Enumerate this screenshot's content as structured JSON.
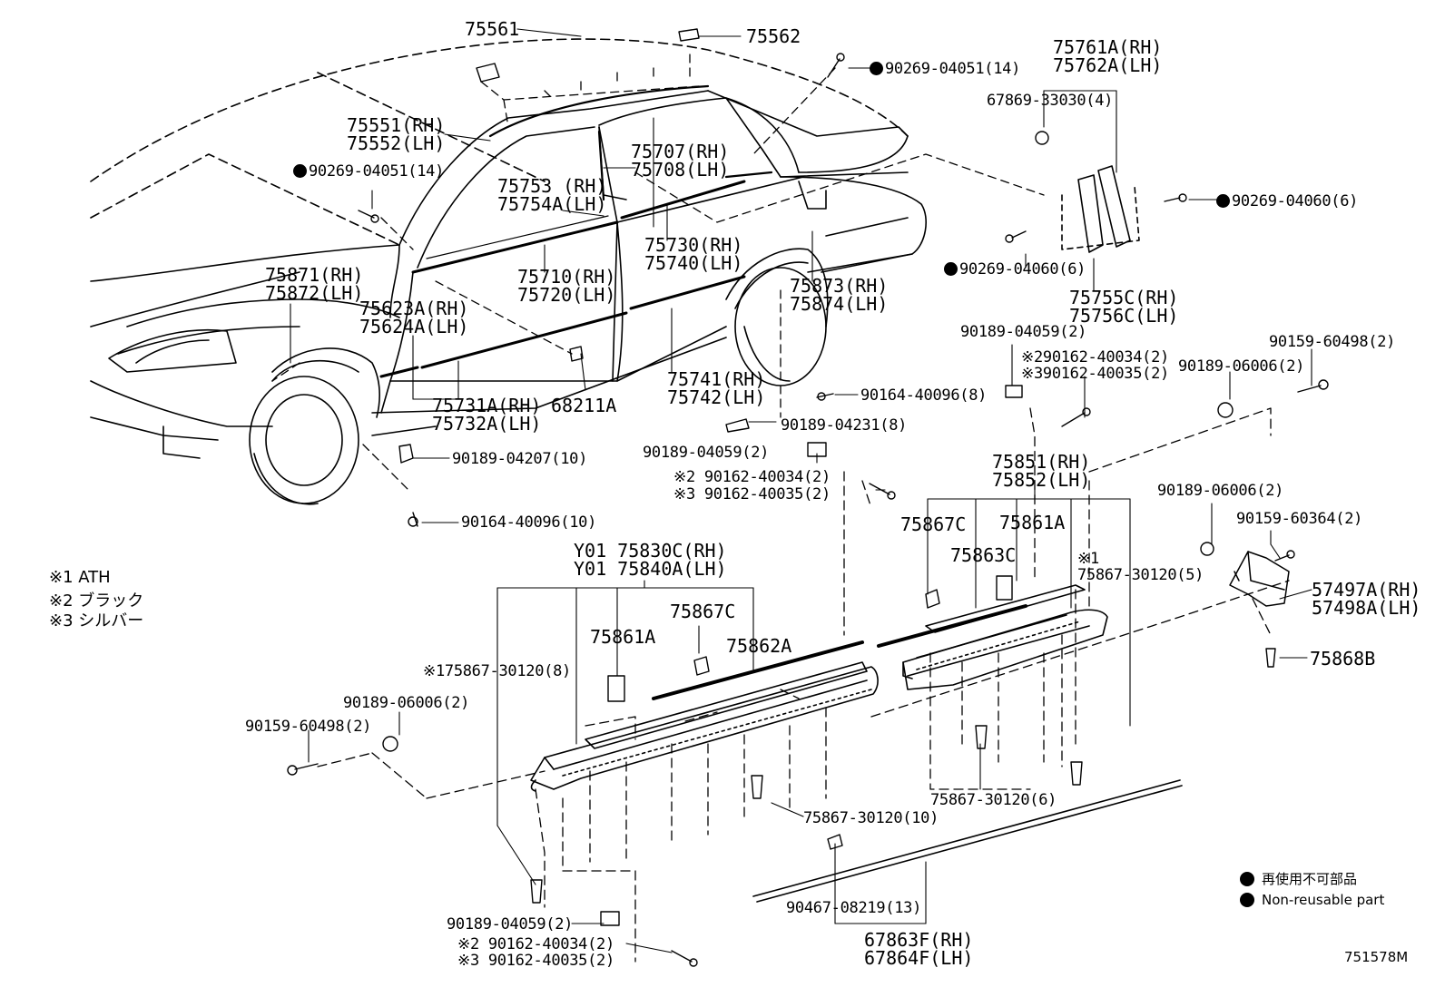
{
  "labels": {
    "p75561": "75561",
    "p75562": "75562",
    "p90269_04051_top": "90269-04051(14)",
    "p75761_rh": "75761A(RH)",
    "p75762_lh": "75762A(LH)",
    "p67869": "67869-33030(4)",
    "p75551_rh": "75551(RH)",
    "p75552_lh": "75552(LH)",
    "p75707_rh": "75707(RH)",
    "p75708_lh": "75708(LH)",
    "p90269_04051_left": "90269-04051(14)",
    "p75753_rh": "75753 (RH)",
    "p75754_lh": "75754A(LH)",
    "p90269_04060_right": "90269-04060(6)",
    "p75730_rh": "75730(RH)",
    "p75740_lh": "75740(LH)",
    "p90269_04060_mid": "90269-04060(6)",
    "p75871_rh": "75871(RH)",
    "p75872_lh": "75872(LH)",
    "p75710_rh": "75710(RH)",
    "p75720_lh": "75720(LH)",
    "p75873_rh": "75873(RH)",
    "p75874_lh": "75874(LH)",
    "p75755_rh": "75755C(RH)",
    "p75756_lh": "75756C(LH)",
    "p75623_rh": "75623A(RH)",
    "p75624_lh": "75624A(LH)",
    "p90189_04059_a": "90189-04059(2)",
    "p90159_60498_a": "90159-60498(2)",
    "p90162_40034_a": "※290162-40034(2)",
    "p90162_40035_a": "※390162-40035(2)",
    "p90189_06006_a": "90189-06006(2)",
    "p75741_rh": "75741(RH)",
    "p75742_lh": "75742(LH)",
    "p90164_40096_a": "90164-40096(8)",
    "p75731_rh": "75731A(RH)",
    "p75732_lh": "75732A(LH)",
    "p68211": "68211A",
    "p90189_04231": "90189-04231(8)",
    "p90189_04059_b": "90189-04059(2)",
    "p90189_04207": "90189-04207(10)",
    "p90162_40034_b": "※2 90162-40034(2)",
    "p90162_40035_b": "※3 90162-40035(2)",
    "p75851_rh": "75851(RH)",
    "p75852_lh": "75852(LH)",
    "p90189_06006_b": "90189-06006(2)",
    "p90164_40096_b": "90164-40096(10)",
    "p90159_60364": "90159-60364(2)",
    "p75867c_r": "75867C",
    "p75861a_r": "75861A",
    "pY01_rh": "Y01 75830C(RH)",
    "pY01_lh": "Y01 75840A(LH)",
    "p75863c": "75863C",
    "p75867_30120_5": "※1\n75867-30120(5)",
    "p57497_rh": "57497A(RH)",
    "p57498_lh": "57498A(LH)",
    "p75867c_l": "75867C",
    "p75861a_l": "75861A",
    "p75862a": "75862A",
    "p75868b": "75868B",
    "p75867_30120_8": "※175867-30120(8)",
    "p90189_06006_c": "90189-06006(2)",
    "p90159_60498_b": "90159-60498(2)",
    "p75867_30120_10": "75867-30120(10)",
    "p75867_30120_6": "75867-30120(6)",
    "p90467": "90467-08219(13)",
    "p90189_04059_c": "90189-04059(2)",
    "p90162_40034_c": "※2 90162-40034(2)",
    "p90162_40035_c": "※3 90162-40035(2)",
    "p67863_rh": "67863F(RH)",
    "p67864_lh": "67864F(LH)"
  },
  "notes": {
    "n1": "※1 ATH",
    "n2": "※2 ブラック",
    "n3": "※3 シルバー"
  },
  "legend": {
    "jp": "再使用不可部品",
    "en": "Non-reusable part"
  },
  "figure_id": "751578M"
}
